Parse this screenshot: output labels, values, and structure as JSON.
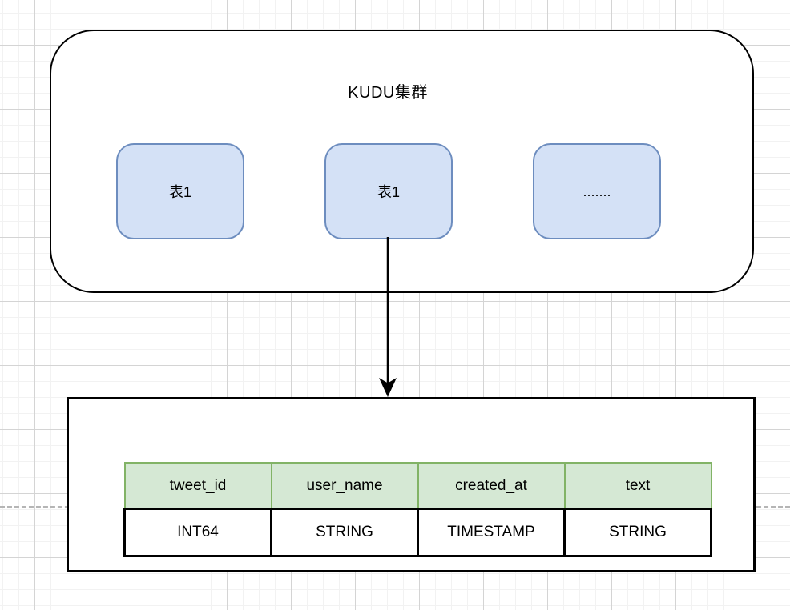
{
  "canvas": {
    "grid_minor_color": "#f2f2f2",
    "grid_major_color": "#d4d4d4",
    "guide_line_color": "#b5b5b5"
  },
  "cluster": {
    "title": "KUDU集群",
    "fill": "#ffffff",
    "border": "#000000",
    "node_fill": "#d4e1f6",
    "node_border": "#6d8dbf",
    "nodes": [
      {
        "label": "表1"
      },
      {
        "label": "表1"
      },
      {
        "label": "......."
      }
    ]
  },
  "schema": {
    "header_fill": "#d5e8d4",
    "header_border": "#82b366",
    "body_border": "#000000",
    "columns": [
      {
        "name": "tweet_id",
        "type": "INT64"
      },
      {
        "name": "user_name",
        "type": "STRING"
      },
      {
        "name": "created_at",
        "type": "TIMESTAMP"
      },
      {
        "name": "text",
        "type": "STRING"
      }
    ]
  }
}
